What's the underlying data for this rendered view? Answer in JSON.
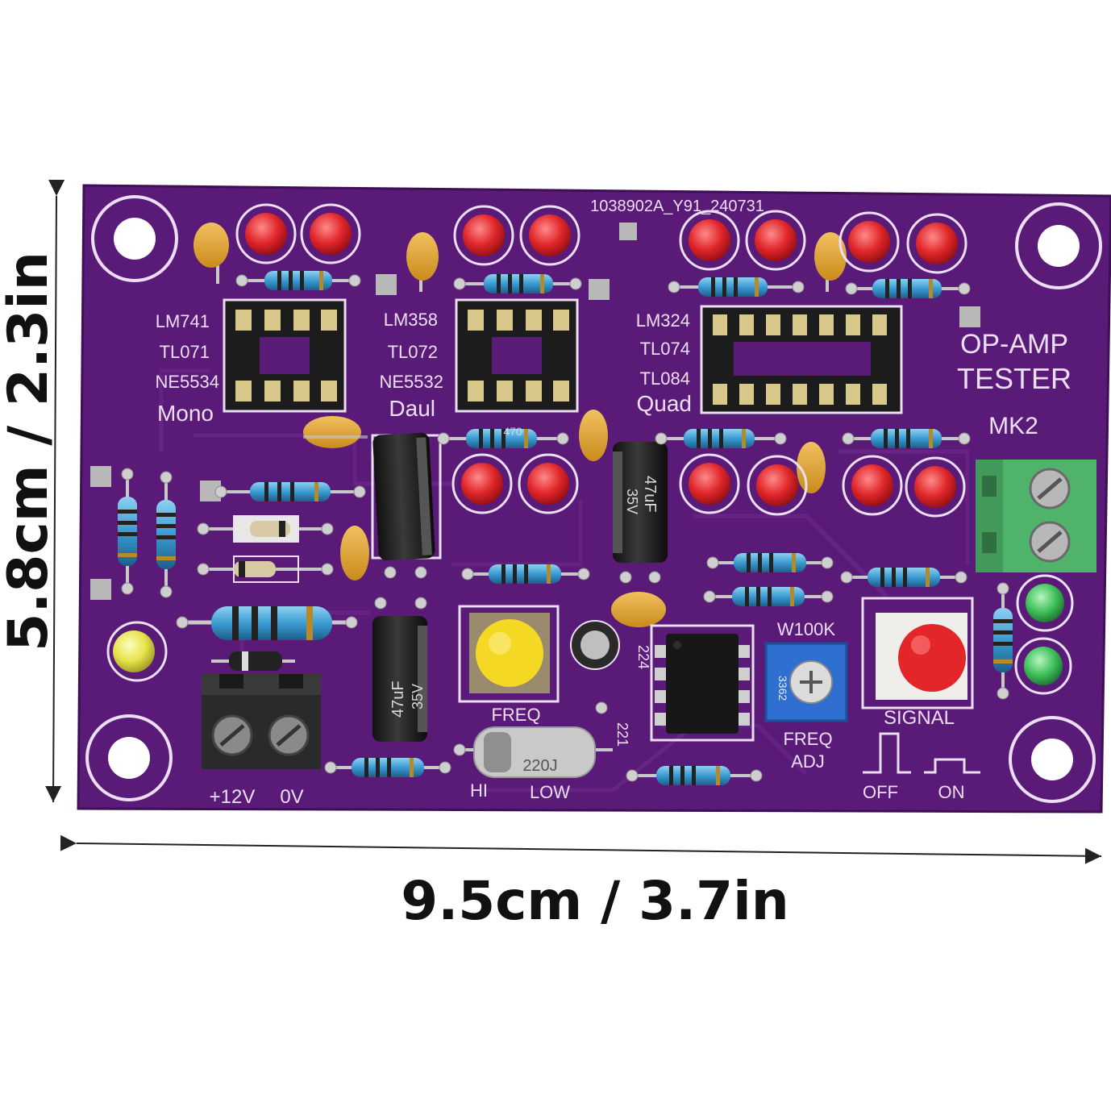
{
  "dimensions": {
    "height_label": "5.8cm / 2.3in",
    "width_label": "9.5cm / 3.7in"
  },
  "board": {
    "serial": "1038902A_Y91_240731",
    "title_line1": "OP-AMP",
    "title_line2": "TESTER",
    "version": "MK2",
    "socket_mono": {
      "labels": [
        "LM741",
        "TL071",
        "NE5534"
      ],
      "type": "Mono"
    },
    "socket_dual": {
      "labels": [
        "LM358",
        "TL072",
        "NE5532"
      ],
      "type": "Daul"
    },
    "socket_quad": {
      "labels": [
        "LM324",
        "TL074",
        "TL084"
      ],
      "type": "Quad"
    },
    "freq_button_label": "FREQ",
    "freq_hi_label": "HI",
    "freq_low_label": "LOW",
    "signal_button_label": "SIGNAL",
    "pot_label": "W100K",
    "pot_code": "3362",
    "freq_adj_label_1": "FREQ",
    "freq_adj_label_2": "ADJ",
    "switch_off_label": "OFF",
    "switch_on_label": "ON",
    "power_plus_label": "+12V",
    "power_zero_label": "0V",
    "cap_marking_1": "47uF",
    "cap_marking_1_volt": "35V",
    "cap_marking_2": "47uF",
    "cap_marking_2_volt": "35V",
    "film_cap_marking": "220J",
    "ceramic_code_1": "224",
    "ceramic_code_2": "221",
    "resistor_marking": "470"
  },
  "colors": {
    "pcb": "#5a1a78",
    "silkscreen": "#ecdff5",
    "led_red": "#e0262a",
    "led_green": "#3fc25a",
    "led_yellow": "#e6e34a",
    "terminal_green": "#4fb36a",
    "terminal_black": "#2a2a2a",
    "button_yellow": "#f4d823",
    "button_red": "#e2262a",
    "pot_blue": "#2f6fd0"
  }
}
